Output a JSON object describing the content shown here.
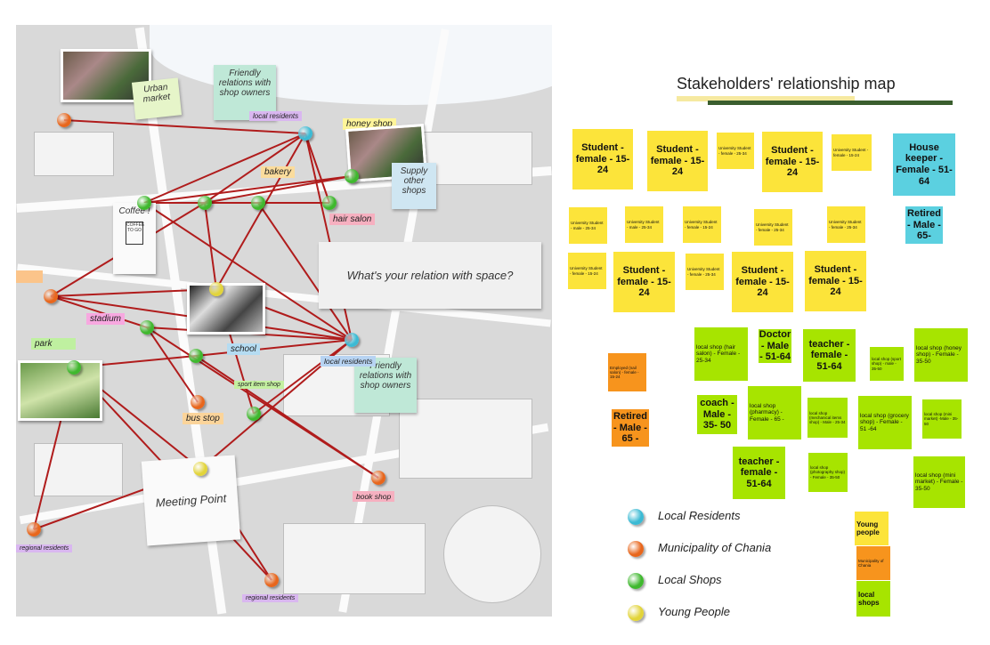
{
  "map": {
    "labels": {
      "urban_market": "Urban market",
      "friendly_top": "Friendly relations with shop owners",
      "local_residents_top": "local residents",
      "honey_shop": "honey shop",
      "supply": "Supply other shops",
      "bakery": "bakery",
      "hair_salon": "hair salon",
      "coffee": "Coffee !",
      "coffee_cup": "COFFEE TO GO",
      "question": "What's your relation with space?",
      "stadium": "stadium",
      "park": "park",
      "school": "school",
      "local_residents_mid": "local residents",
      "friendly_mid": "Friendly relations with shop owners",
      "sport_shop": "sport item shop",
      "bus_stop": "bus stop",
      "meeting_point": "Meeting Point",
      "book_shop": "book shop",
      "regional_left": "regional residents",
      "regional_bottom": "regional residents"
    }
  },
  "panel": {
    "title": "Stakeholders' relationship map",
    "notes": [
      {
        "t": "Student - female - 15-24",
        "c": "yellow"
      },
      {
        "t": "Student - female - 15-24",
        "c": "yellow"
      },
      {
        "t": "University Student - female - 25-34",
        "c": "yellow"
      },
      {
        "t": "Student - female - 15-24",
        "c": "yellow"
      },
      {
        "t": "University Student - female - 15-24",
        "c": "yellow"
      },
      {
        "t": "House keeper - Female - 51-64",
        "c": "cyan"
      },
      {
        "t": "University Student - male - 25-34",
        "c": "yellow"
      },
      {
        "t": "University Student - male - 25-34",
        "c": "yellow"
      },
      {
        "t": "University Student - female - 15-24",
        "c": "yellow"
      },
      {
        "t": "University Student - female - 25-34",
        "c": "yellow"
      },
      {
        "t": "University Student - female - 25-34",
        "c": "yellow"
      },
      {
        "t": "Retired - Male - 65-",
        "c": "cyan"
      },
      {
        "t": "University Student - female - 15-24",
        "c": "yellow"
      },
      {
        "t": "Student - female - 15-24",
        "c": "yellow"
      },
      {
        "t": "University Student - female - 25-34",
        "c": "yellow"
      },
      {
        "t": "Student - female - 15-24",
        "c": "yellow"
      },
      {
        "t": "Student - female - 15-24",
        "c": "yellow"
      },
      {
        "t": "Employed (nail salon) - female - 15-24",
        "c": "orange"
      },
      {
        "t": "Retired - Male - 65 -",
        "c": "orange"
      },
      {
        "t": "local shop (hair salon) - Female - 25-34",
        "c": "green"
      },
      {
        "t": "Doctor - Male - 51-64",
        "c": "green"
      },
      {
        "t": "teacher - female - 51-64",
        "c": "green"
      },
      {
        "t": "local shop (sport shop) - male - 35-50",
        "c": "green"
      },
      {
        "t": "local shop (honey shop) - Female - 35-50",
        "c": "green"
      },
      {
        "t": "coach - Male - 35- 50",
        "c": "green"
      },
      {
        "t": "local shop (pharmacy) - Female - 65 -",
        "c": "green"
      },
      {
        "t": "local shop (mechanical items shop) - Male - 25-34",
        "c": "green"
      },
      {
        "t": "local shop (grocery shop) - Female - 51 -64",
        "c": "green"
      },
      {
        "t": "local shop (mini market) -Male - 35-50",
        "c": "green"
      },
      {
        "t": "teacher - female - 51-64",
        "c": "green"
      },
      {
        "t": "local shop (photography shop) - Female - 35-50",
        "c": "green"
      },
      {
        "t": "local shop (mini market) - Female - 35-50",
        "c": "green"
      },
      {
        "t": "Young people",
        "c": "yellow"
      },
      {
        "t": "Municipality of Chania",
        "c": "orange"
      },
      {
        "t": "local shops",
        "c": "green"
      }
    ],
    "legend": [
      {
        "label": "Local Residents",
        "color": "#3bbad4"
      },
      {
        "label": "Municipality of Chania",
        "color": "#e8661c"
      },
      {
        "label": "Local Shops",
        "color": "#3fb82e"
      },
      {
        "label": "Young People",
        "color": "#e2d43a"
      }
    ]
  },
  "colors": {
    "yellow": "#fce43a",
    "cyan": "#5bd0e0",
    "orange": "#f7941d",
    "green": "#a7e400",
    "line": "#b01c1c"
  }
}
